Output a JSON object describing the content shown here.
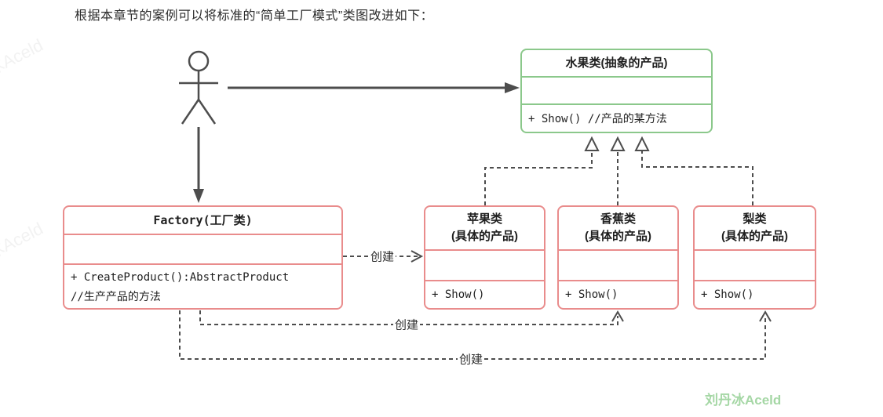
{
  "page": {
    "title": "根据本章节的案例可以将标准的“简单工厂模式”类图改进如下："
  },
  "colors": {
    "abstract_class_border": "#8bc88b",
    "concrete_class_border": "#e98c8c",
    "arrow": "#4d4d4d",
    "watermark_green": "#a5d7a5"
  },
  "classes": {
    "fruit": {
      "name": "水果类(抽象的产品)",
      "method": "+ Show() //产品的某方法"
    },
    "factory": {
      "name": "Factory(工厂类)",
      "method1": "+ CreateProduct():AbstractProduct",
      "method2": "//生产产品的方法"
    },
    "apple": {
      "name": "苹果类",
      "subtitle": "(具体的产品)",
      "method": "+ Show()"
    },
    "banana": {
      "name": "香蕉类",
      "subtitle": "(具体的产品)",
      "method": "+ Show()"
    },
    "pear": {
      "name": "梨类",
      "subtitle": "(具体的产品)",
      "method": "+ Show()"
    }
  },
  "labels": {
    "create1": "创建",
    "create2": "创建",
    "create3": "创建"
  },
  "watermarks": {
    "corner": "刘丹冰Aceld",
    "faint1": "刘丹冰Aceld",
    "faint2": "刘丹冰Aceld"
  }
}
